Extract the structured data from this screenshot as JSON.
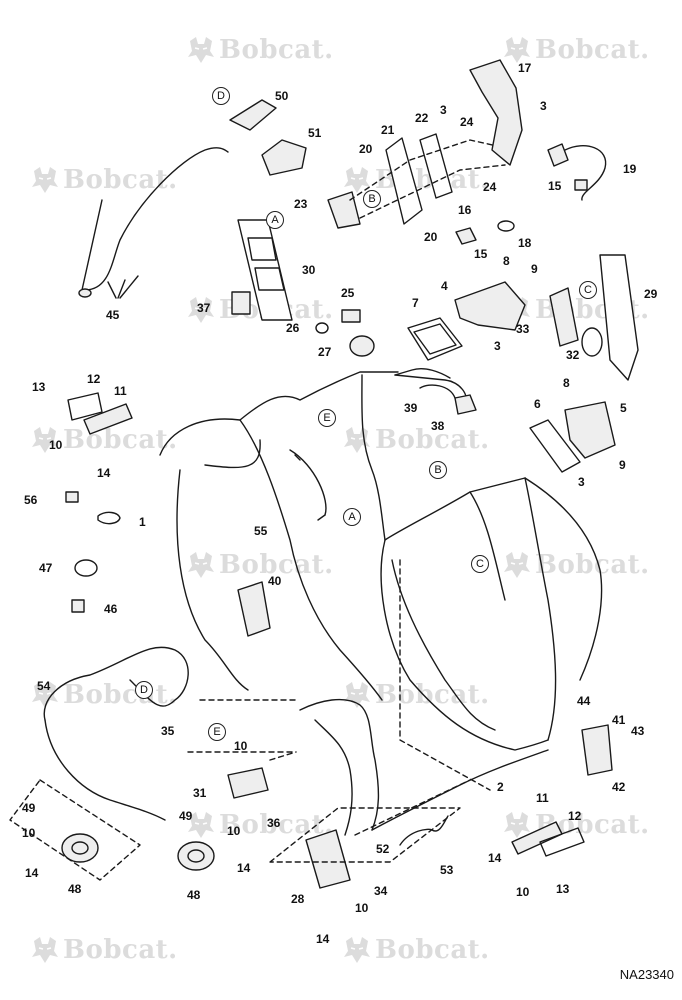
{
  "drawing_id": "NA23340",
  "watermark": "Bobcat.",
  "ref_letters": [
    "A",
    "B",
    "C",
    "D",
    "E"
  ],
  "callouts": {
    "c1": "1",
    "c2": "2",
    "c3": "3",
    "c4": "4",
    "c5": "5",
    "c6": "6",
    "c7": "7",
    "c8": "8",
    "c9": "9",
    "c10": "10",
    "c11": "11",
    "c12": "12",
    "c13": "13",
    "c14": "14",
    "c15": "15",
    "c16": "16",
    "c17": "17",
    "c18": "18",
    "c19": "19",
    "c20": "20",
    "c21": "21",
    "c22": "22",
    "c23": "23",
    "c24": "24",
    "c25": "25",
    "c26": "26",
    "c27": "27",
    "c28": "28",
    "c29": "29",
    "c30": "30",
    "c31": "31",
    "c32": "32",
    "c33": "33",
    "c34": "34",
    "c35": "35",
    "c36": "36",
    "c37": "37",
    "c38": "38",
    "c39": "39",
    "c40": "40",
    "c41": "41",
    "c42": "42",
    "c43": "43",
    "c44": "44",
    "c45": "45",
    "c46": "46",
    "c47": "47",
    "c48": "48",
    "c49": "49",
    "c50": "50",
    "c51": "51",
    "c52": "52",
    "c53": "53",
    "c54": "54",
    "c55": "55",
    "c56": "56"
  },
  "colors": {
    "line": "#1a1a1a",
    "part_fill": "#eeeeee",
    "watermark": "#dcdcdc"
  }
}
